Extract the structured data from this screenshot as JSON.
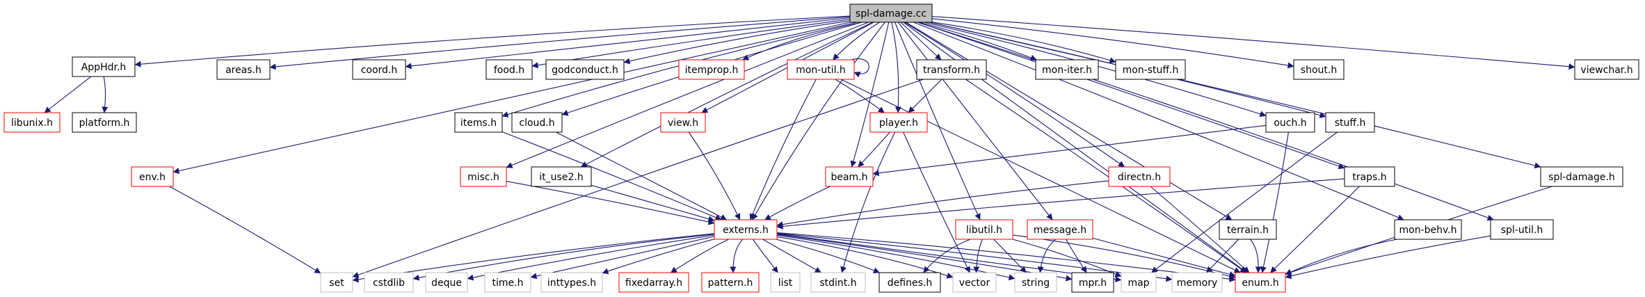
{
  "diagram": {
    "nodes": [
      {
        "id": "spl-damage.cc",
        "label": "spl-damage.cc",
        "style": "root"
      },
      {
        "id": "AppHdr.h",
        "label": "AppHdr.h",
        "style": "black"
      },
      {
        "id": "areas.h",
        "label": "areas.h",
        "style": "black"
      },
      {
        "id": "coord.h",
        "label": "coord.h",
        "style": "black"
      },
      {
        "id": "food.h",
        "label": "food.h",
        "style": "black"
      },
      {
        "id": "godconduct.h",
        "label": "godconduct.h",
        "style": "black"
      },
      {
        "id": "itemprop.h",
        "label": "itemprop.h",
        "style": "red"
      },
      {
        "id": "mon-util.h",
        "label": "mon-util.h",
        "style": "red"
      },
      {
        "id": "transform.h",
        "label": "transform.h",
        "style": "black"
      },
      {
        "id": "mon-iter.h",
        "label": "mon-iter.h",
        "style": "black"
      },
      {
        "id": "mon-stuff.h",
        "label": "mon-stuff.h",
        "style": "black"
      },
      {
        "id": "shout.h",
        "label": "shout.h",
        "style": "black"
      },
      {
        "id": "viewchar.h",
        "label": "viewchar.h",
        "style": "black"
      },
      {
        "id": "libunix.h",
        "label": "libunix.h",
        "style": "red"
      },
      {
        "id": "platform.h",
        "label": "platform.h",
        "style": "black"
      },
      {
        "id": "items.h",
        "label": "items.h",
        "style": "black"
      },
      {
        "id": "cloud.h",
        "label": "cloud.h",
        "style": "black"
      },
      {
        "id": "view.h",
        "label": "view.h",
        "style": "red"
      },
      {
        "id": "player.h",
        "label": "player.h",
        "style": "red"
      },
      {
        "id": "ouch.h",
        "label": "ouch.h",
        "style": "black"
      },
      {
        "id": "stuff.h",
        "label": "stuff.h",
        "style": "black"
      },
      {
        "id": "env.h",
        "label": "env.h",
        "style": "red"
      },
      {
        "id": "misc.h",
        "label": "misc.h",
        "style": "red"
      },
      {
        "id": "it_use2.h",
        "label": "it_use2.h",
        "style": "black"
      },
      {
        "id": "beam.h",
        "label": "beam.h",
        "style": "red"
      },
      {
        "id": "directn.h",
        "label": "directn.h",
        "style": "red"
      },
      {
        "id": "traps.h",
        "label": "traps.h",
        "style": "black"
      },
      {
        "id": "spl-damage.h",
        "label": "spl-damage.h",
        "style": "black"
      },
      {
        "id": "externs.h",
        "label": "externs.h",
        "style": "red"
      },
      {
        "id": "libutil.h",
        "label": "libutil.h",
        "style": "red"
      },
      {
        "id": "message.h",
        "label": "message.h",
        "style": "red"
      },
      {
        "id": "terrain.h",
        "label": "terrain.h",
        "style": "black"
      },
      {
        "id": "mon-behv.h",
        "label": "mon-behv.h",
        "style": "black"
      },
      {
        "id": "spl-util.h",
        "label": "spl-util.h",
        "style": "black"
      },
      {
        "id": "set",
        "label": "set",
        "style": "gray"
      },
      {
        "id": "cstdlib",
        "label": "cstdlib",
        "style": "gray"
      },
      {
        "id": "deque",
        "label": "deque",
        "style": "gray"
      },
      {
        "id": "time.h",
        "label": "time.h",
        "style": "gray"
      },
      {
        "id": "inttypes.h",
        "label": "inttypes.h",
        "style": "gray"
      },
      {
        "id": "fixedarray.h",
        "label": "fixedarray.h",
        "style": "red"
      },
      {
        "id": "pattern.h",
        "label": "pattern.h",
        "style": "red"
      },
      {
        "id": "list",
        "label": "list",
        "style": "gray"
      },
      {
        "id": "stdint.h",
        "label": "stdint.h",
        "style": "gray"
      },
      {
        "id": "defines.h",
        "label": "defines.h",
        "style": "black"
      },
      {
        "id": "vector",
        "label": "vector",
        "style": "gray"
      },
      {
        "id": "string",
        "label": "string",
        "style": "gray"
      },
      {
        "id": "mpr.h",
        "label": "mpr.h",
        "style": "black"
      },
      {
        "id": "map",
        "label": "map",
        "style": "gray"
      },
      {
        "id": "memory",
        "label": "memory",
        "style": "gray"
      },
      {
        "id": "enum.h",
        "label": "enum.h",
        "style": "red"
      }
    ],
    "edges": [
      [
        "spl-damage.cc",
        "AppHdr.h"
      ],
      [
        "spl-damage.cc",
        "areas.h"
      ],
      [
        "spl-damage.cc",
        "coord.h"
      ],
      [
        "spl-damage.cc",
        "food.h"
      ],
      [
        "spl-damage.cc",
        "godconduct.h"
      ],
      [
        "spl-damage.cc",
        "itemprop.h"
      ],
      [
        "spl-damage.cc",
        "mon-util.h"
      ],
      [
        "spl-damage.cc",
        "transform.h"
      ],
      [
        "spl-damage.cc",
        "mon-iter.h"
      ],
      [
        "spl-damage.cc",
        "mon-stuff.h"
      ],
      [
        "spl-damage.cc",
        "shout.h"
      ],
      [
        "spl-damage.cc",
        "viewchar.h"
      ],
      [
        "spl-damage.cc",
        "env.h"
      ],
      [
        "spl-damage.cc",
        "misc.h"
      ],
      [
        "spl-damage.cc",
        "it_use2.h"
      ],
      [
        "spl-damage.cc",
        "items.h"
      ],
      [
        "spl-damage.cc",
        "cloud.h"
      ],
      [
        "spl-damage.cc",
        "view.h"
      ],
      [
        "spl-damage.cc",
        "beam.h"
      ],
      [
        "spl-damage.cc",
        "player.h"
      ],
      [
        "spl-damage.cc",
        "externs.h"
      ],
      [
        "spl-damage.cc",
        "libutil.h"
      ],
      [
        "spl-damage.cc",
        "message.h"
      ],
      [
        "spl-damage.cc",
        "directn.h"
      ],
      [
        "spl-damage.cc",
        "ouch.h"
      ],
      [
        "spl-damage.cc",
        "stuff.h"
      ],
      [
        "spl-damage.cc",
        "traps.h"
      ],
      [
        "spl-damage.cc",
        "terrain.h"
      ],
      [
        "spl-damage.cc",
        "mon-behv.h"
      ],
      [
        "spl-damage.cc",
        "spl-util.h"
      ],
      [
        "spl-damage.cc",
        "spl-damage.h"
      ],
      [
        "spl-damage.cc",
        "enum.h"
      ],
      [
        "AppHdr.h",
        "libunix.h"
      ],
      [
        "AppHdr.h",
        "platform.h"
      ],
      [
        "mon-util.h",
        "mon-util.h"
      ],
      [
        "mon-util.h",
        "player.h"
      ],
      [
        "mon-util.h",
        "externs.h"
      ],
      [
        "mon-util.h",
        "enum.h"
      ],
      [
        "transform.h",
        "set"
      ],
      [
        "transform.h",
        "player.h"
      ],
      [
        "transform.h",
        "enum.h"
      ],
      [
        "items.h",
        "externs.h"
      ],
      [
        "cloud.h",
        "externs.h"
      ],
      [
        "view.h",
        "externs.h"
      ],
      [
        "player.h",
        "beam.h"
      ],
      [
        "player.h",
        "stdint.h"
      ],
      [
        "player.h",
        "vector"
      ],
      [
        "ouch.h",
        "beam.h"
      ],
      [
        "ouch.h",
        "enum.h"
      ],
      [
        "stuff.h",
        "map"
      ],
      [
        "env.h",
        "set"
      ],
      [
        "misc.h",
        "externs.h"
      ],
      [
        "it_use2.h",
        "externs.h"
      ],
      [
        "beam.h",
        "externs.h"
      ],
      [
        "directn.h",
        "externs.h"
      ],
      [
        "directn.h",
        "enum.h"
      ],
      [
        "traps.h",
        "externs.h"
      ],
      [
        "traps.h",
        "enum.h"
      ],
      [
        "spl-damage.h",
        "enum.h"
      ],
      [
        "externs.h",
        "set"
      ],
      [
        "externs.h",
        "cstdlib"
      ],
      [
        "externs.h",
        "deque"
      ],
      [
        "externs.h",
        "time.h"
      ],
      [
        "externs.h",
        "inttypes.h"
      ],
      [
        "externs.h",
        "fixedarray.h"
      ],
      [
        "externs.h",
        "pattern.h"
      ],
      [
        "externs.h",
        "list"
      ],
      [
        "externs.h",
        "stdint.h"
      ],
      [
        "externs.h",
        "defines.h"
      ],
      [
        "externs.h",
        "vector"
      ],
      [
        "externs.h",
        "string"
      ],
      [
        "externs.h",
        "mpr.h"
      ],
      [
        "externs.h",
        "map"
      ],
      [
        "externs.h",
        "memory"
      ],
      [
        "externs.h",
        "enum.h"
      ],
      [
        "libutil.h",
        "defines.h"
      ],
      [
        "libutil.h",
        "vector"
      ],
      [
        "libutil.h",
        "string"
      ],
      [
        "libutil.h",
        "map"
      ],
      [
        "libutil.h",
        "enum.h"
      ],
      [
        "message.h",
        "string"
      ],
      [
        "message.h",
        "mpr.h"
      ],
      [
        "message.h",
        "enum.h"
      ],
      [
        "terrain.h",
        "memory"
      ],
      [
        "terrain.h",
        "enum.h"
      ],
      [
        "mon-behv.h",
        "enum.h"
      ],
      [
        "spl-util.h",
        "enum.h"
      ]
    ],
    "colors": {
      "edge": "#191970",
      "border_black": "#000000",
      "border_red": "#ff0000",
      "border_gray": "#bfbfbf",
      "root_fill": "#bfbfbf",
      "text": "#000000"
    }
  }
}
